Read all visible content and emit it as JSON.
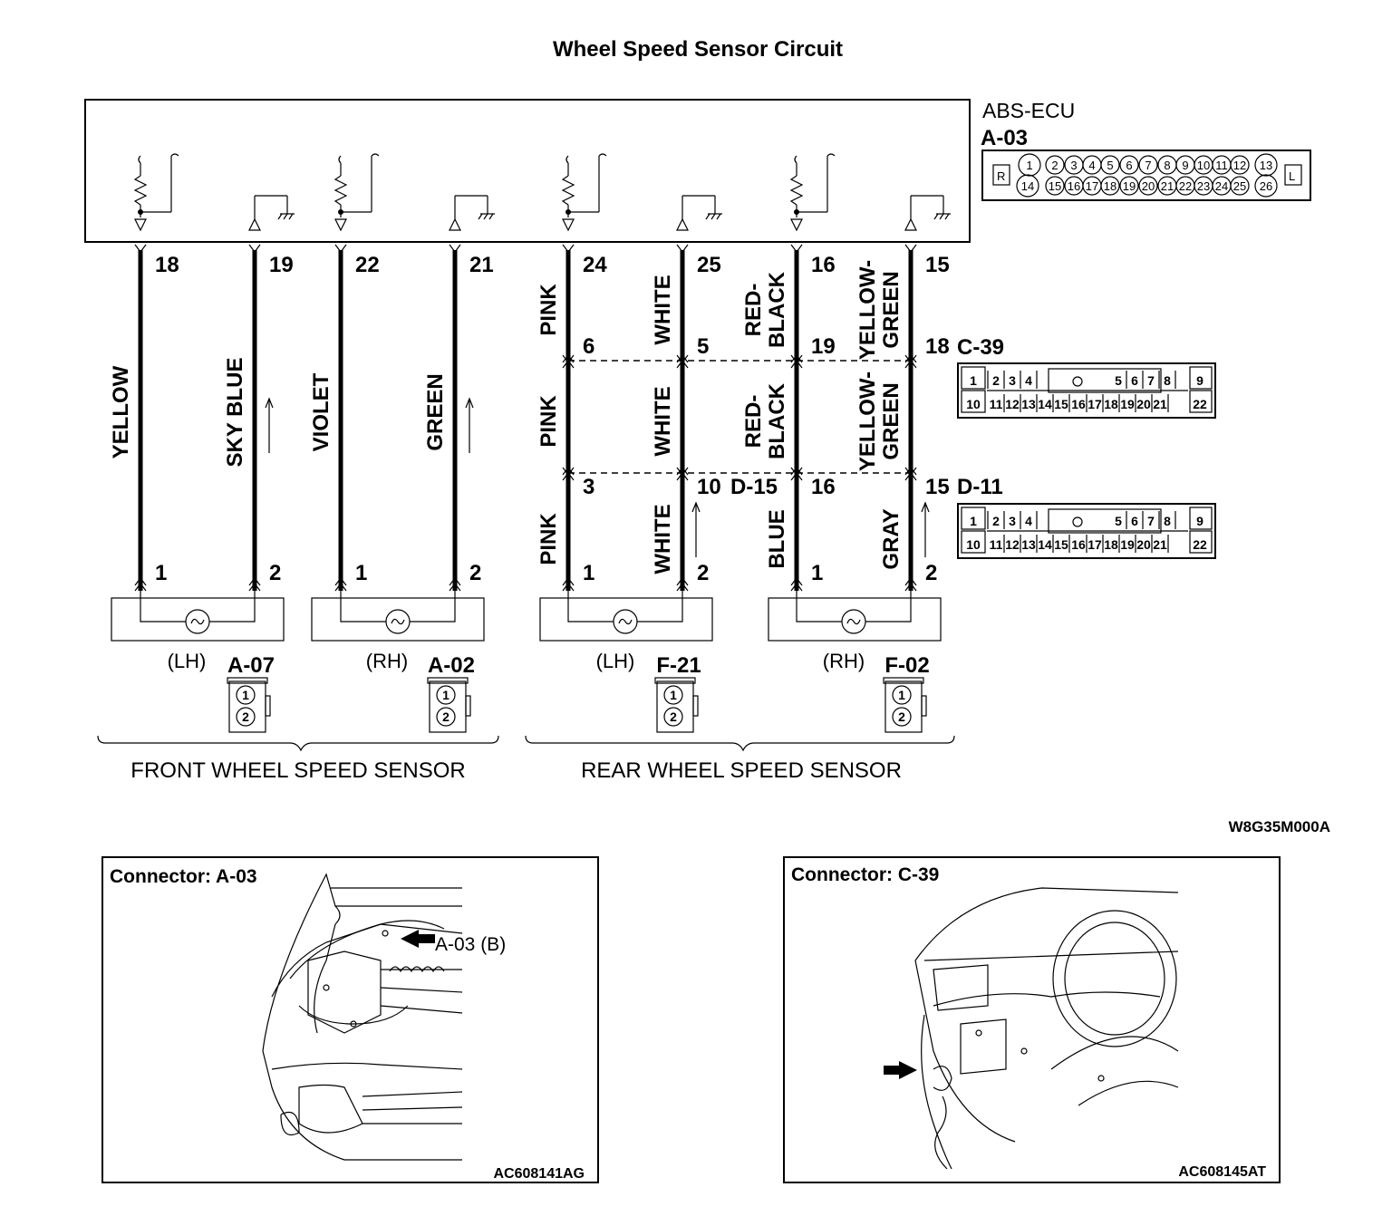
{
  "title": "Wheel Speed Sensor Circuit",
  "ecu": {
    "name": "ABS-ECU",
    "connector": "A-03",
    "pins_top": [
      "1",
      "2",
      "3",
      "4",
      "5",
      "6",
      "7",
      "8",
      "9",
      "10",
      "11",
      "12",
      "13"
    ],
    "pins_bottom": [
      "14",
      "15",
      "16",
      "17",
      "18",
      "19",
      "20",
      "21",
      "22",
      "23",
      "24",
      "25",
      "26"
    ],
    "side_left": "R",
    "side_right": "L"
  },
  "wires": [
    {
      "ecu_pin": "18",
      "colors": [
        "YELLOW"
      ],
      "sensor_pin": "1"
    },
    {
      "ecu_pin": "19",
      "colors": [
        "SKY BLUE"
      ],
      "sensor_pin": "2"
    },
    {
      "ecu_pin": "22",
      "colors": [
        "VIOLET"
      ],
      "sensor_pin": "1"
    },
    {
      "ecu_pin": "21",
      "colors": [
        "GREEN"
      ],
      "sensor_pin": "2"
    },
    {
      "ecu_pin": "24",
      "colors": [
        "PINK",
        "PINK",
        "PINK"
      ],
      "c39_pin": "6",
      "d_pin": "3",
      "sensor_pin": "1"
    },
    {
      "ecu_pin": "25",
      "colors": [
        "WHITE",
        "WHITE",
        "WHITE"
      ],
      "c39_pin": "5",
      "d_pin": "10",
      "sensor_pin": "2"
    },
    {
      "ecu_pin": "16",
      "colors": [
        "RED-BLACK",
        "RED-BLACK",
        "BLUE"
      ],
      "c39_pin": "19",
      "d_pin": "16",
      "sensor_pin": "1"
    },
    {
      "ecu_pin": "15",
      "colors": [
        "YELLOW-GREEN",
        "YELLOW-GREEN",
        "GRAY"
      ],
      "c39_pin": "18",
      "d_pin": "15",
      "sensor_pin": "2"
    }
  ],
  "intermediate_connectors": [
    {
      "name": "C-39",
      "pins_top": [
        "1",
        "2",
        "3",
        "4",
        "5",
        "6",
        "7",
        "8",
        "9"
      ],
      "pins_bottom": [
        "10",
        "11",
        "12",
        "13",
        "14",
        "15",
        "16",
        "17",
        "18",
        "19",
        "20",
        "21",
        "22"
      ]
    },
    {
      "name": "D-15"
    },
    {
      "name": "D-11",
      "pins_top": [
        "1",
        "2",
        "3",
        "4",
        "5",
        "6",
        "7",
        "8",
        "9"
      ],
      "pins_bottom": [
        "10",
        "11",
        "12",
        "13",
        "14",
        "15",
        "16",
        "17",
        "18",
        "19",
        "20",
        "21",
        "22"
      ]
    }
  ],
  "sensors": [
    {
      "side": "(LH)",
      "connector": "A-07",
      "pins": [
        "1",
        "2"
      ]
    },
    {
      "side": "(RH)",
      "connector": "A-02",
      "pins": [
        "1",
        "2"
      ]
    },
    {
      "side": "(LH)",
      "connector": "F-21",
      "pins": [
        "1",
        "2"
      ]
    },
    {
      "side": "(RH)",
      "connector": "F-02",
      "pins": [
        "1",
        "2"
      ]
    }
  ],
  "groups": {
    "front": "FRONT WHEEL SPEED SENSOR",
    "rear": "REAR WHEEL SPEED SENSOR"
  },
  "diagram_code": "W8G35M000A",
  "locator_panels": [
    {
      "title": "Connector: A-03",
      "callout": "A-03 (B)",
      "code": "AC608141AG"
    },
    {
      "title": "Connector: C-39",
      "code": "AC608145AT"
    }
  ]
}
